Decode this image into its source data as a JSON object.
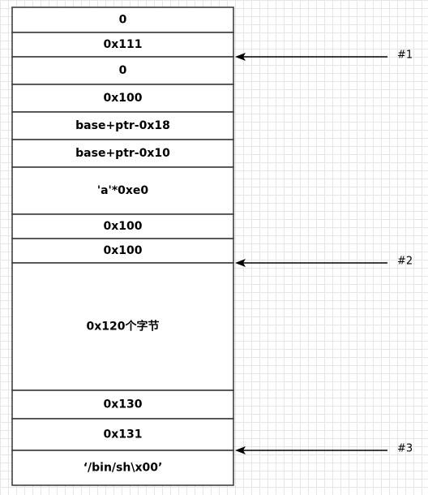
{
  "memory_cells": [
    {
      "label": "0"
    },
    {
      "label": "0x111"
    },
    {
      "label": "0"
    },
    {
      "label": "0x100"
    },
    {
      "label": "base+ptr-0x18"
    },
    {
      "label": "base+ptr-0x10"
    },
    {
      "label": "'a'*0xe0"
    },
    {
      "label": "0x100"
    },
    {
      "label": "0x100"
    },
    {
      "label": "0x120个字节"
    },
    {
      "label": "0x130"
    },
    {
      "label": "0x131"
    },
    {
      "label": "‘/bin/sh\\x00’"
    }
  ],
  "pointers": [
    {
      "label": "#1",
      "target_cell_index": 2
    },
    {
      "label": "#2",
      "target_cell_index": 9
    },
    {
      "label": "#3",
      "target_cell_index": 12
    }
  ],
  "colors": {
    "border": "#333333",
    "cell_fill": "#ffffff",
    "grid": "#e6e6e6",
    "arrow": "#000000"
  }
}
